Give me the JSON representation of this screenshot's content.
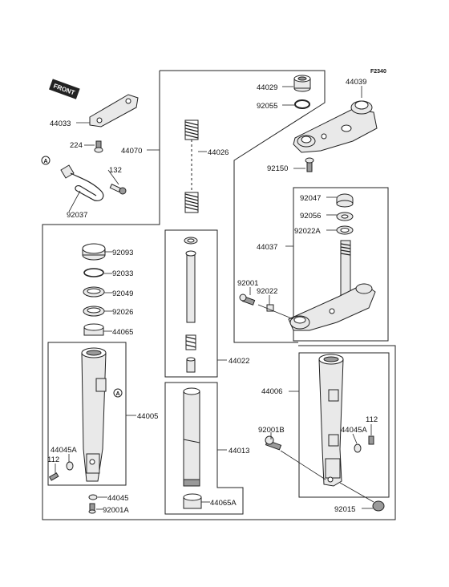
{
  "diagram_code": "F2340",
  "front_badge": "FRONT",
  "callout_marker": "A",
  "labels": {
    "44029": "44029",
    "44039": "44039",
    "92055": "92055",
    "44033": "44033",
    "224": "224",
    "44070": "44070",
    "44026": "44026",
    "132": "132",
    "92037": "92037",
    "92150": "92150",
    "92047": "92047",
    "92056": "92056",
    "92022A": "92022A",
    "44037": "44037",
    "92093": "92093",
    "92033": "92033",
    "92049": "92049",
    "92026": "92026",
    "44065": "44065",
    "92001": "92001",
    "92022": "92022",
    "44022": "44022",
    "44006": "44006",
    "44005": "44005",
    "92001B": "92001B",
    "44045A_left": "44045A",
    "44045A_right": "44045A",
    "112_left": "112",
    "112_right": "112",
    "44013": "44013",
    "44045": "44045",
    "92001A": "92001A",
    "44065A": "44065A",
    "92015": "92015"
  },
  "colors": {
    "line": "#222222",
    "part_fill": "#e9e9e9",
    "dark_fill": "#9a9a9a"
  }
}
